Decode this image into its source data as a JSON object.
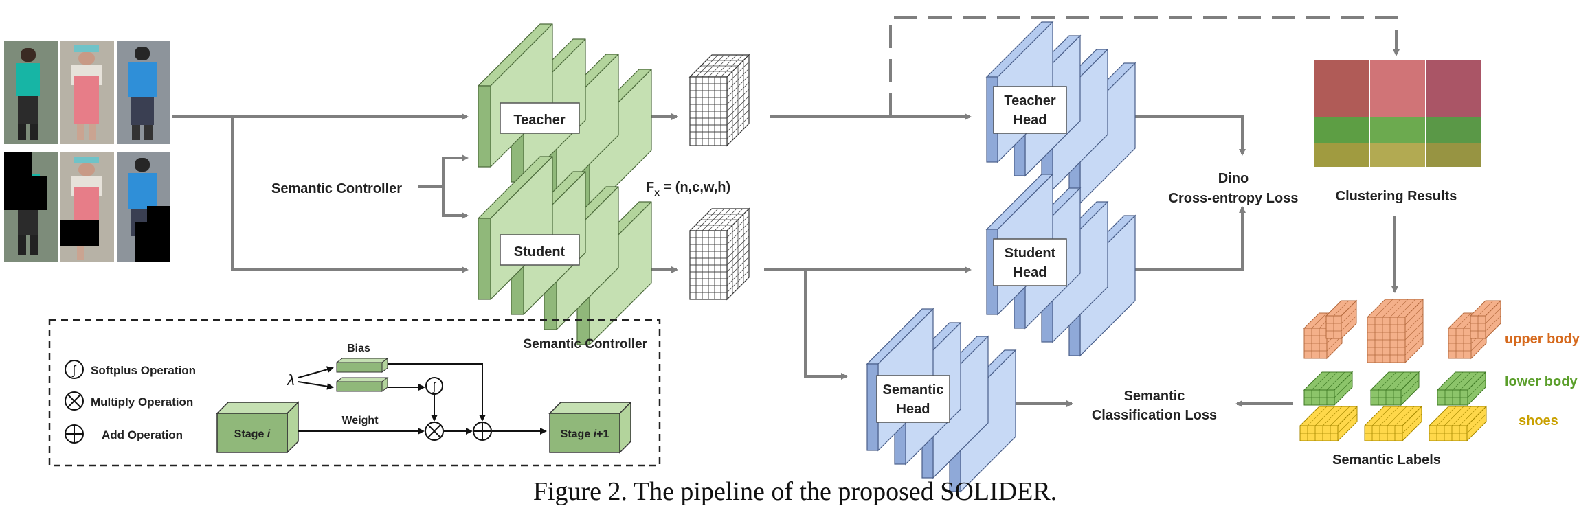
{
  "colors": {
    "green_front": "#90b87a",
    "green_side": "#c5e0b2",
    "green_top": "#b3d49c",
    "blue_front": "#8fa9d8",
    "blue_side": "#c7d9f5",
    "blue_top": "#b5cbef",
    "arrow": "#7f7f7f",
    "orange": "#f4b08a",
    "green_label": "#8cc46a",
    "yellow": "#ffd84a",
    "upper_body_text": "#d66a1e",
    "lower_body_text": "#5a9e2a",
    "shoes_text": "#c9a000"
  },
  "nodes": {
    "teacher": "Teacher",
    "student": "Student",
    "teacher_head_1": "Teacher",
    "teacher_head_2": "Head",
    "student_head_1": "Student",
    "student_head_2": "Head",
    "semantic_head_1": "Semantic",
    "semantic_head_2": "Head",
    "semantic_controller": "Semantic Controller",
    "feature_eq_main": "F",
    "feature_eq_sub": "x",
    "feature_eq_rest": " = (n,c,w,h)",
    "dino_1": "Dino",
    "dino_2": "Cross-entropy  Loss",
    "clustering": "Clustering Results",
    "sem_cls_1": "Semantic",
    "sem_cls_2": "Classification Loss",
    "semantic_labels": "Semantic Labels",
    "upper_body": "upper body",
    "lower_body": "lower body",
    "shoes": "shoes"
  },
  "legend": {
    "title": "Semantic Controller",
    "softplus": "Softplus Operation",
    "multiply": "Multiply Operation",
    "add": "Add Operation",
    "bias": "Bias",
    "weight": "Weight",
    "lambda": "λ",
    "stage_i_prefix": "Stage ",
    "stage_i_var": "i",
    "stage_next_suffix": "+1"
  },
  "caption": "Figure 2. The pipeline of the proposed SOLIDER."
}
